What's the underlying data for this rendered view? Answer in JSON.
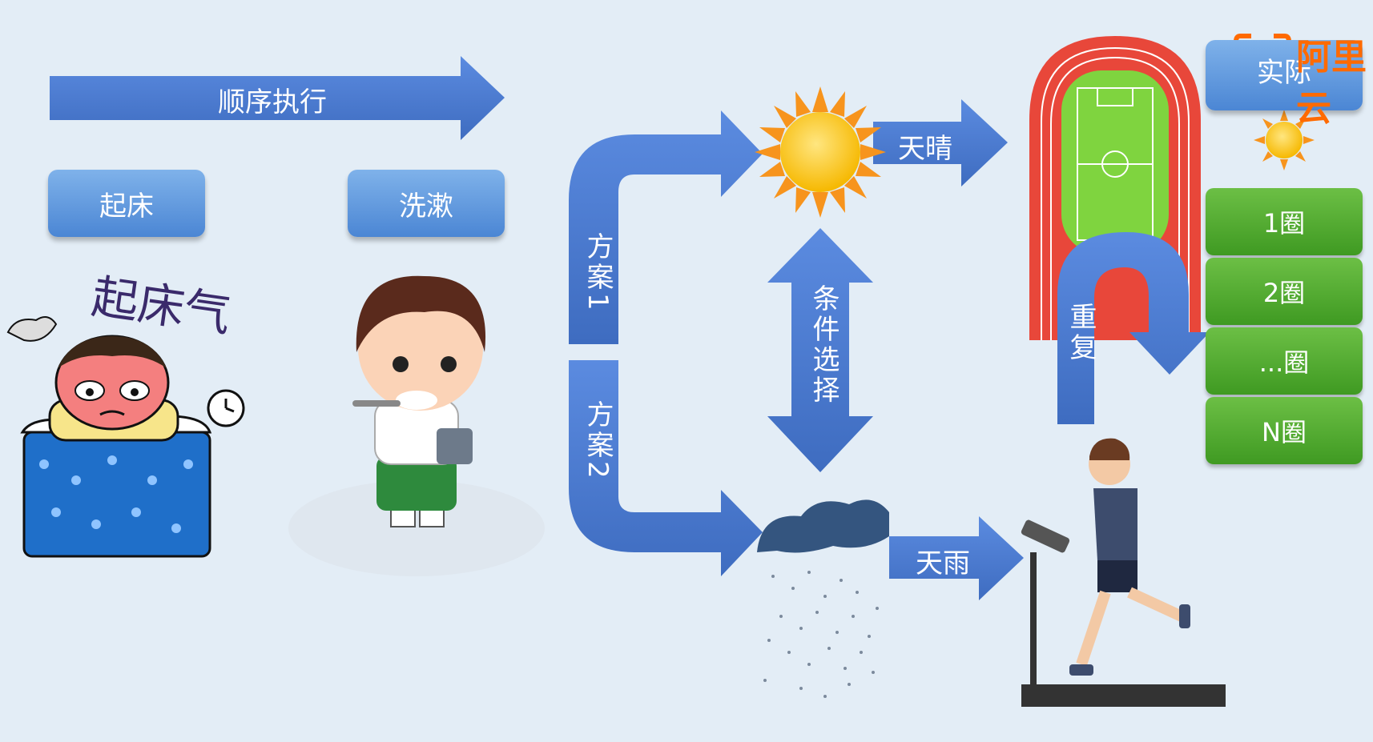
{
  "sequence": {
    "arrow_label": "顺序执行",
    "step1": "起床",
    "step2": "洗漱",
    "sticker_text": "起床气"
  },
  "branch": {
    "plan1": "方案1",
    "plan2": "方案2",
    "condition": "条件选择",
    "sunny": "天晴",
    "rainy": "天雨"
  },
  "repeat": {
    "label": "重复",
    "header": "实际",
    "laps": [
      "1圈",
      "2圈",
      "...圈",
      "N圈"
    ]
  },
  "watermark": {
    "text": "阿里云"
  },
  "colors": {
    "arrow_blue": "#4a78cc",
    "box_blue": "#5b95dc",
    "box_green": "#4aa52b",
    "background": "#e3edf6"
  }
}
